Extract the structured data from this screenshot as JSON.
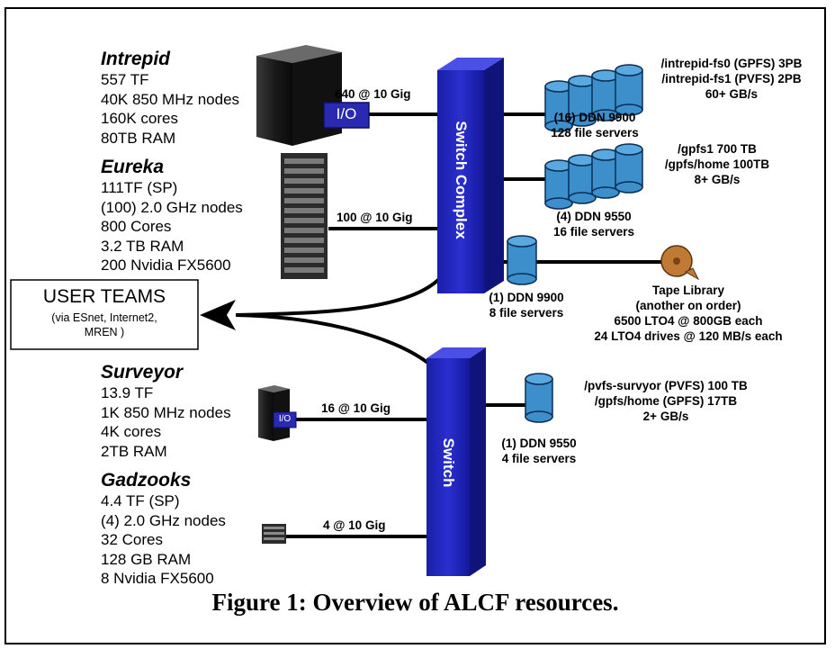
{
  "systems": [
    {
      "name": "Intrepid",
      "specs": [
        "557 TF",
        "40K 850 MHz nodes",
        "160K cores",
        "80TB RAM"
      ]
    },
    {
      "name": "Eureka",
      "specs": [
        "111TF (SP)",
        "(100) 2.0 GHz nodes",
        "800 Cores",
        "3.2 TB RAM",
        "200 Nvidia FX5600"
      ]
    },
    {
      "name": "Surveyor",
      "specs": [
        "13.9 TF",
        "1K 850 MHz nodes",
        "4K cores",
        "2TB RAM"
      ]
    },
    {
      "name": "Gadzooks",
      "specs": [
        "4.4 TF (SP)",
        "(4) 2.0 GHz nodes",
        "32 Cores",
        "128 GB RAM",
        "8 Nvidia FX5600"
      ]
    }
  ],
  "links": {
    "intrepid": "640 @ 10 Gig",
    "eureka": "100 @ 10 Gig",
    "surveyor": "16 @ 10 Gig",
    "gadzooks": "4 @ 10 Gig"
  },
  "io_labels": {
    "large": "I/O",
    "small": "I/O"
  },
  "switches": {
    "complex": "Switch Complex",
    "switch": "Switch"
  },
  "user_teams": {
    "title": "USER TEAMS",
    "detail_1": "(via ESnet, Internet2,",
    "detail_2": "MREN )"
  },
  "storage": [
    {
      "name": "(16) DDN 9900",
      "servers": "128 file servers",
      "desc": [
        "/intrepid-fs0 (GPFS) 3PB",
        "/intrepid-fs1 (PVFS) 2PB",
        "60+ GB/s"
      ]
    },
    {
      "name": "(4) DDN 9550",
      "servers": "16 file servers",
      "desc": [
        "/gpfs1 700 TB",
        "/gpfs/home 100TB",
        "8+ GB/s"
      ]
    },
    {
      "name": "(1) DDN 9900",
      "servers": "8 file servers",
      "desc": []
    },
    {
      "name": "(1) DDN 9550",
      "servers": "4 file servers",
      "desc": [
        "/pvfs-survyor (PVFS) 100 TB",
        "/gpfs/home (GPFS) 17TB",
        "2+ GB/s"
      ]
    }
  ],
  "tape": {
    "title": "Tape Library",
    "lines": [
      "(another on order)",
      "6500 LTO4 @ 800GB each",
      "24 LTO4 drives @ 120 MB/s each"
    ]
  },
  "caption": "Figure 1: Overview of ALCF resources.",
  "colors": {
    "switch_blue": "#1f22b8",
    "disk_blue": "#3d8fcc",
    "tape_brown": "#c07a35",
    "io_blue": "#2a2ab0"
  }
}
